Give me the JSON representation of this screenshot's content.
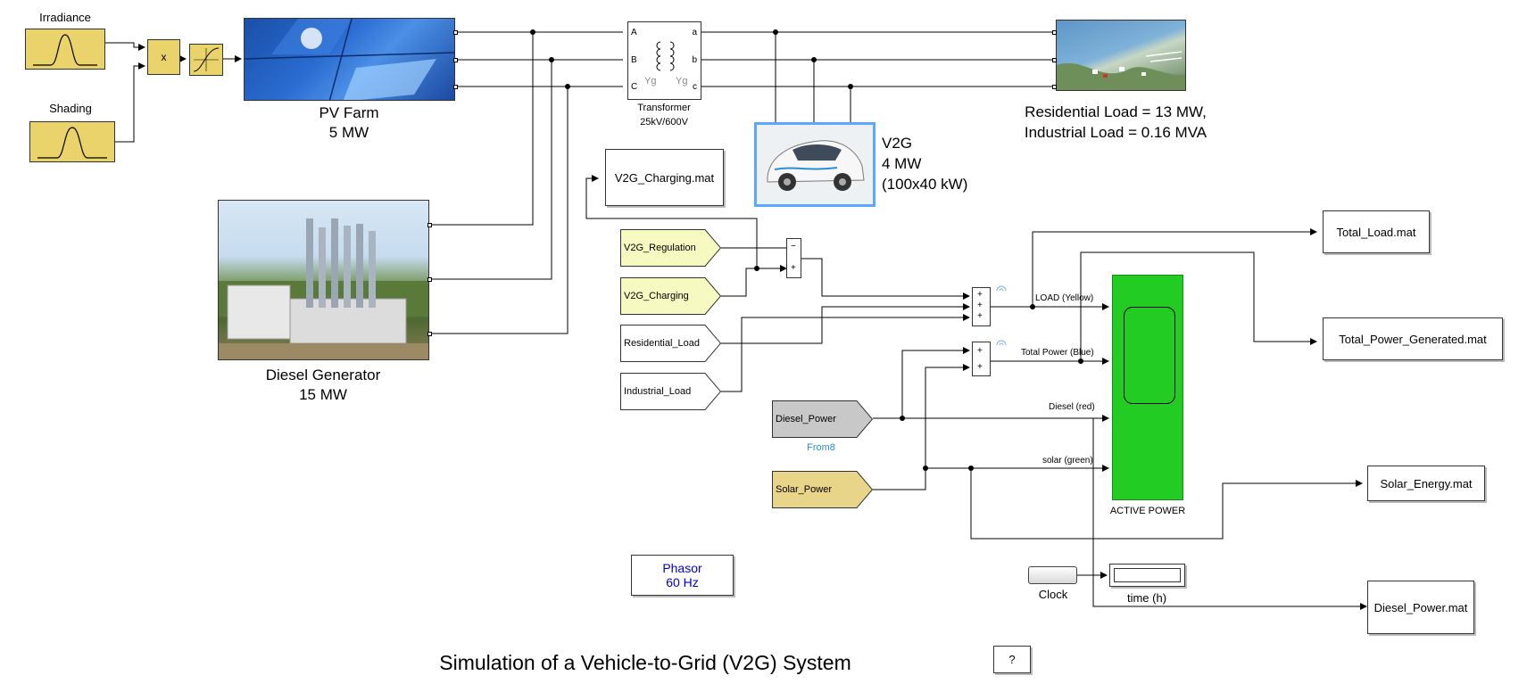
{
  "blocks": {
    "irradiance_label": "Irradiance",
    "shading_label": "Shading",
    "product_symbol": "x",
    "pv_farm_name": "PV Farm",
    "pv_farm_rating": "5 MW",
    "diesel_name": "Diesel Generator",
    "diesel_rating": "15 MW",
    "transformer_name": "Transformer",
    "transformer_rating": "25kV/600V",
    "transformer_ports_left": [
      "A",
      "B",
      "C"
    ],
    "transformer_ports_right": [
      "a",
      "b",
      "c"
    ],
    "transformer_winding": "Yg",
    "load_line1": "Residential Load = 13 MW,",
    "load_line2": "Industrial Load = 0.16 MVA",
    "v2g_name": "V2G",
    "v2g_power": "4 MW",
    "v2g_detail": "(100x40 kW)",
    "v2g_charging_file": "V2G_Charging.mat",
    "from_v2g_regulation": "V2G_Regulation",
    "from_v2g_charging": "V2G_Charging",
    "from_residential": "Residential_Load",
    "from_industrial": "Industrial_Load",
    "from_diesel": "Diesel_Power",
    "from_diesel_caption": "From8",
    "from_solar": "Solar_Power",
    "sum_minus": "−",
    "sum_plus": "+",
    "scope_label": "ACTIVE POWER",
    "clock_label": "Clock",
    "display_label": "time (h)",
    "total_load_file": "Total_Load.mat",
    "total_power_file": "Total_Power_Generated.mat",
    "solar_energy_file": "Solar_Energy.mat",
    "diesel_power_file": "Diesel_Power.mat",
    "powergui_line1": "Phasor",
    "powergui_line2": "60 Hz",
    "help_button": "?"
  },
  "signals": {
    "load": "LOAD (Yellow)",
    "total_power": "Total Power (Blue)",
    "diesel": "Diesel (red)",
    "solar": "solar (green)"
  },
  "model_title": "Simulation of a Vehicle-to-Grid (V2G) System",
  "colors": {
    "block_yellow": "#e9d36a",
    "scope_green": "#22cc22",
    "from_yellow_green": "#f6f9c0",
    "from_gray": "#c8c8c8",
    "from_tan": "#e9d58a",
    "selection_blue": "#5aa9ff",
    "powergui_blue": "#0000cc",
    "link_blue": "#2a8fd6"
  }
}
